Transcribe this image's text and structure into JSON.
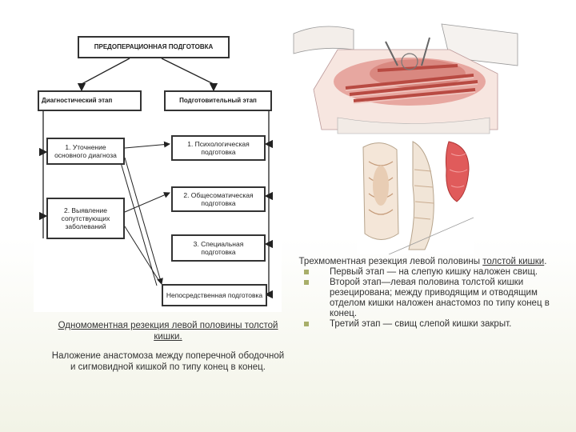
{
  "flowchart": {
    "top": "ПРЕДОПЕРАЦИОННАЯ ПОДГОТОВКА",
    "diag_stage": "Диагностический этап",
    "prep_stage": "Подготовительный этап",
    "d1": "1. Уточнение основного диагноза",
    "d2": "2. Выявление сопутствующих заболеваний",
    "p1": "1. Психологическая подготовка",
    "p2": "2. Общесоматическая подготовка",
    "p3": "3. Специальная подготовка",
    "direct": "Непосредственная подготовка"
  },
  "left_caption": {
    "title_plain": "Одномоментная резекция левой половины ",
    "title_link": "толстой кишки",
    "title_end": ".",
    "body": "Наложение анастомоза между поперечной ободочной и сигмовидной кишкой по типу конец в конец."
  },
  "right_caption": {
    "title_plain": "Трехмоментная резекция левой половины ",
    "title_link": "толстой кишки",
    "title_end": ".",
    "items": [
      "Первый этап — на слепую кишку наложен свищ.",
      "Второй этап—левая половина толстой кишки резецирована; между приводящим и отводящим отделом кишки наложен анастомоз по типу конец в конец.",
      "Третий этап — свищ слепой кишки закрыт."
    ],
    "bullet_color": "#a8ae6a"
  }
}
